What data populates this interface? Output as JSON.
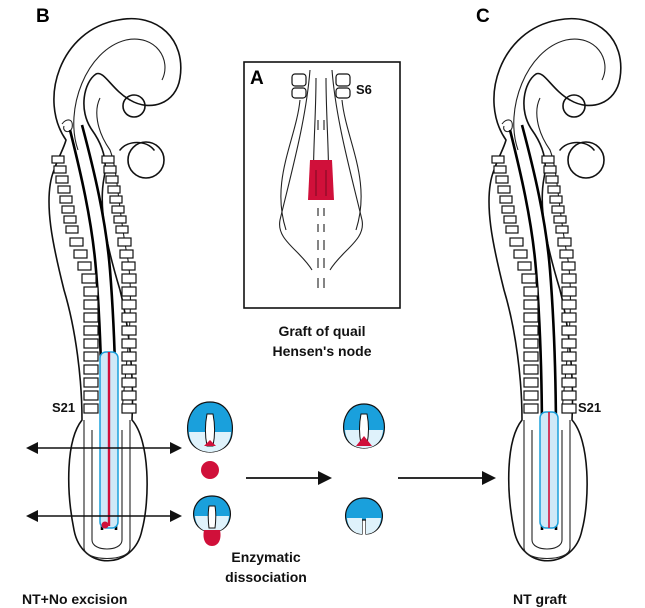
{
  "panels": {
    "a": {
      "letter": "A",
      "somite_label": "S6",
      "caption_line1": "Graft of quail",
      "caption_line2": "Hensen's node"
    },
    "b": {
      "letter": "B",
      "somite_label": "S21",
      "caption": "NT+No excision"
    },
    "c": {
      "letter": "C",
      "somite_label": "S21",
      "caption": "NT graft"
    }
  },
  "process": {
    "caption_line1": "Enzymatic",
    "caption_line2": "dissociation"
  },
  "colors": {
    "neural_tube_blue": "#1aa0dc",
    "light_blue": "#dff2fb",
    "graft_red": "#d0103a",
    "outline": "#111111"
  }
}
